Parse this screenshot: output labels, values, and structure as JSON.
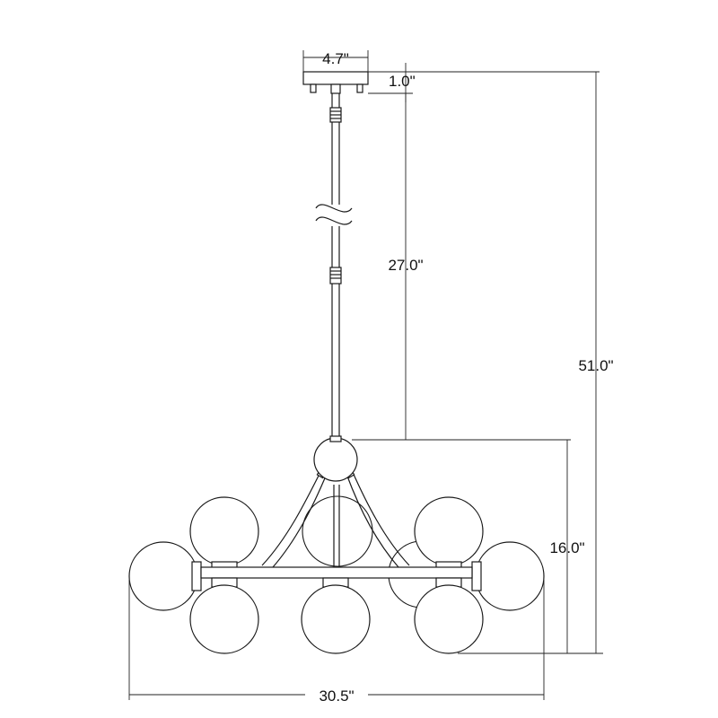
{
  "diagram": {
    "dimensions": {
      "canopy_width": "4.7\"",
      "canopy_height": "1.0\"",
      "rod_length": "27.0\"",
      "overall_height": "51.0\"",
      "fixture_height": "16.0\"",
      "fixture_width": "30.5\""
    }
  }
}
